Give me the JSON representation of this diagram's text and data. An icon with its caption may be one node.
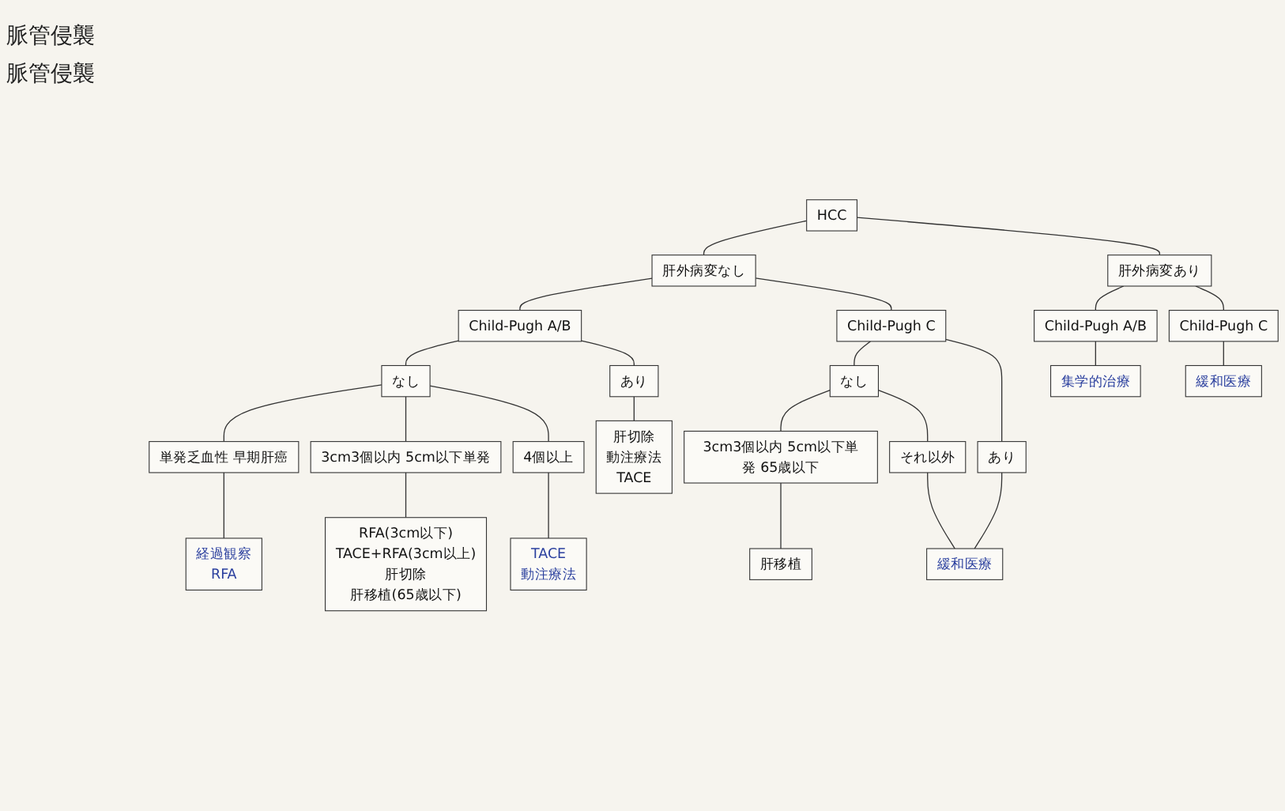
{
  "diagram": {
    "nodes": [
      {
        "text": [
          "HCC"
        ]
      },
      {
        "text": [
          "肝外病変なし"
        ]
      },
      {
        "text": [
          "肝外病変あり"
        ]
      },
      {
        "text": [
          "Child-Pugh A/B"
        ]
      },
      {
        "text": [
          "Child-Pugh C"
        ]
      },
      {
        "text": [
          "Child-Pugh A/B"
        ]
      },
      {
        "text": [
          "Child-Pugh C"
        ]
      },
      {
        "text": [
          "なし"
        ]
      },
      {
        "text": [
          "あり"
        ]
      },
      {
        "text": [
          "単発乏血性 早期肝癌"
        ]
      },
      {
        "text": [
          "3cm3個以内 5cm以下単発"
        ]
      },
      {
        "text": [
          "4個以上"
        ]
      },
      {
        "text": [
          "TACE",
          "動注療法"
        ]
      },
      {
        "text": [
          "経過観察",
          "RFA"
        ]
      },
      {
        "text": [
          "RFA(3cm以下)",
          "TACE+RFA(3cm以上)",
          "肝切除",
          "肝移植(65歳以下)"
        ]
      },
      {
        "text": [
          "肝切除",
          "動注療法",
          "TACE"
        ]
      },
      {
        "text": [
          "なし"
        ]
      },
      {
        "text": [
          "あり"
        ]
      },
      {
        "text": [
          "3cm3個以内 5cm以下単発 65歳以下"
        ]
      },
      {
        "text": [
          "それ以外"
        ]
      },
      {
        "text": [
          "肝移植"
        ]
      },
      {
        "text": [
          "緩和医療"
        ]
      },
      {
        "text": [
          "集学的治療"
        ]
      },
      {
        "text": [
          "緩和医療"
        ]
      }
    ],
    "edges": [
      {
        "from": 0,
        "to": 1,
        "arrow": "none"
      },
      {
        "from": 0,
        "to": 2,
        "arrow": "none"
      },
      {
        "from": 1,
        "to": 3,
        "arrow": "none"
      },
      {
        "from": 1,
        "to": 4,
        "arrow": "none"
      },
      {
        "from": 3,
        "to": 7,
        "arrow": "none"
      },
      {
        "from": 3,
        "to": 8,
        "arrow": "none"
      },
      {
        "from": 7,
        "to": 9,
        "arrow": "none"
      },
      {
        "from": 7,
        "to": 10,
        "arrow": "none"
      },
      {
        "from": 7,
        "to": 11,
        "arrow": "none"
      },
      {
        "from": 11,
        "to": 12,
        "arrow": "none"
      },
      {
        "from": 9,
        "to": 13,
        "arrow": "none"
      },
      {
        "from": 10,
        "to": 14,
        "arrow": "none"
      },
      {
        "from": 8,
        "to": 15,
        "arrow": "none"
      },
      {
        "from": 4,
        "to": 16,
        "arrow": "none"
      },
      {
        "from": 4,
        "to": 17,
        "arrow": "none"
      },
      {
        "from": 16,
        "to": 18,
        "arrow": "none"
      },
      {
        "from": 16,
        "to": 19,
        "arrow": "none"
      },
      {
        "from": 18,
        "to": 20,
        "arrow": "none"
      },
      {
        "from": 19,
        "to": 21,
        "arrow": "none"
      },
      {
        "from": 17,
        "to": 21,
        "arrow": "none"
      },
      {
        "from": 2,
        "to": 5,
        "arrow": "none"
      },
      {
        "from": 2,
        "to": 6,
        "arrow": "none"
      },
      {
        "from": 5,
        "to": 22,
        "arrow": "none"
      },
      {
        "from": 6,
        "to": 23,
        "arrow": "none"
      }
    ],
    "labels": [
      "脈管侵襲",
      "脈管侵襲"
    ]
  }
}
